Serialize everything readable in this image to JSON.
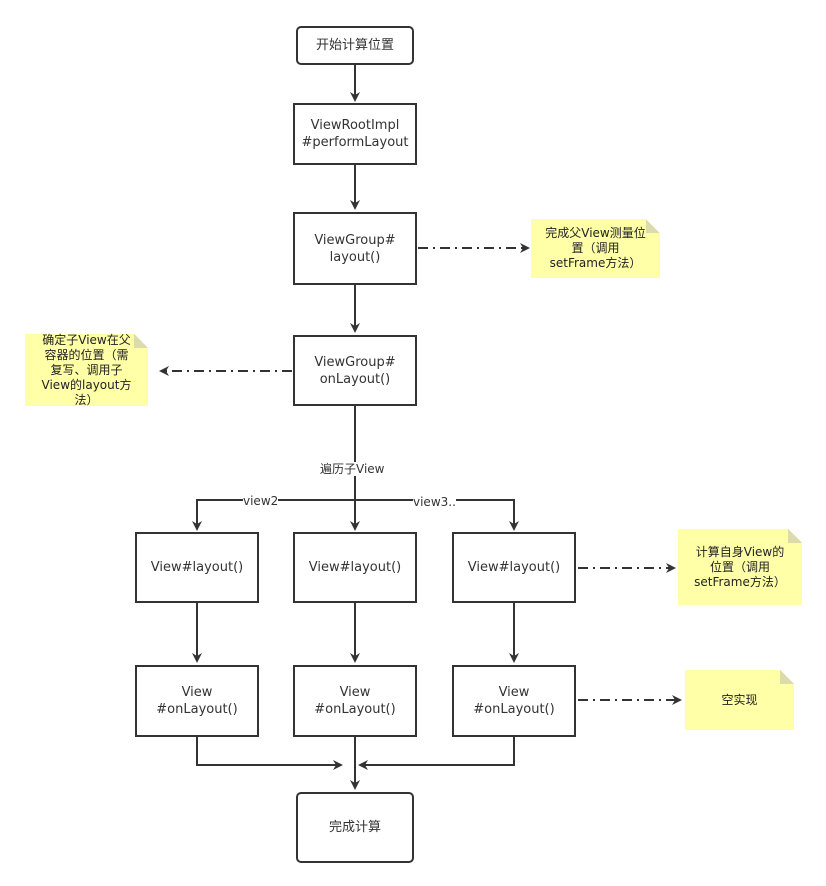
{
  "nodes": {
    "start": "开始计算位置",
    "root": "ViewRootImpl\n#performLayout",
    "vg_layout": "ViewGroup#\nlayout()",
    "vg_onlayout": "ViewGroup#\nonLayout()",
    "v1_layout": "View#layout()",
    "v2_layout": "View#layout()",
    "v3_layout": "View#layout()",
    "v1_onlayout": "View\n#onLayout()",
    "v2_onlayout": "View\n#onLayout()",
    "v3_onlayout": "View\n#onLayout()",
    "end": "完成计算"
  },
  "notes": {
    "parent_measure": "完成父View测量位\n置（调用\nsetFrame方法）",
    "child_position": "确定子View在父\n容器的位置（需\n复写、调用子\nView的layout方\n法）",
    "self_position": "计算自身View的\n位置（调用\nsetFrame方法）",
    "empty_impl": "空实现"
  },
  "edge_labels": {
    "traverse": "遍历子View",
    "view2": "view2",
    "view3": "view3.."
  },
  "colors": {
    "stroke": "#333333",
    "note_fill": "#ffffa8",
    "background": "#ffffff"
  }
}
